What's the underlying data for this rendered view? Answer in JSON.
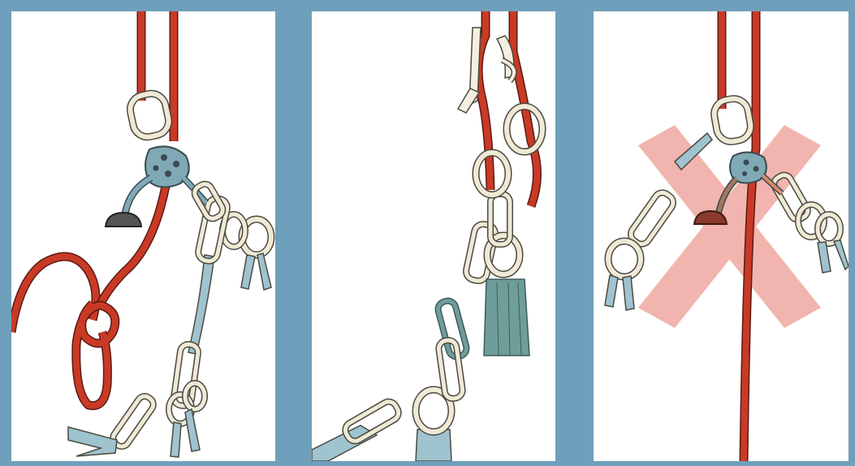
{
  "figure": {
    "panels": [
      {
        "id": "panel-1",
        "content": "belay-device-with-knot"
      },
      {
        "id": "panel-2",
        "content": "rope-through-anchor-rings"
      },
      {
        "id": "panel-3",
        "content": "incorrect-setup-marked-with-x"
      }
    ]
  },
  "colors": {
    "background_frame": "#6fa0bb",
    "panel_background": "#ffffff",
    "rope_red": "#c93a26",
    "rope_outline": "#5a1a12",
    "metal_light": "#efe9d6",
    "metal_outline": "#4a4a40",
    "sling_blue": "#9fc3cf",
    "device_blue": "#7fa9b5",
    "teal_sling": "#6f9d9a",
    "forbidden_mark": "#f0a8a0"
  }
}
